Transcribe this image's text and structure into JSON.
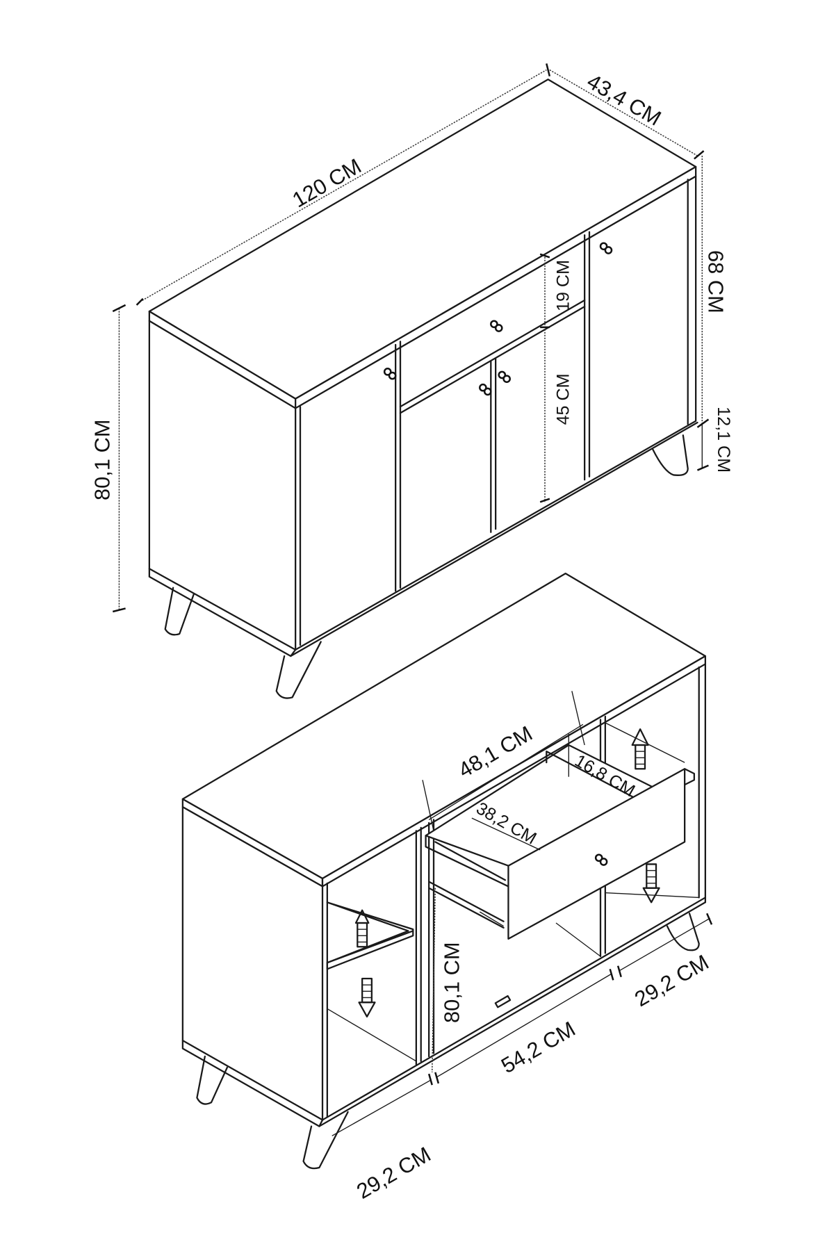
{
  "diagram": {
    "title": "Sideboard cabinet dimension drawing",
    "views": [
      {
        "name": "closed-view",
        "dimensions": {
          "width": "120 CM",
          "depth": "43,4 CM",
          "total_height": "80,1 CM",
          "body_height": "68 CM",
          "leg_height": "12,1 CM",
          "drawer_height": "19 CM",
          "door_height_under_drawer": "45 CM"
        }
      },
      {
        "name": "open-view",
        "dimensions": {
          "drawer_outer_width": "48,1 CM",
          "drawer_inner_width": "38,2 CM",
          "drawer_inner_depth": "16,8 CM",
          "inner_height": "80,1 CM",
          "left_compartment_width": "29,2 CM",
          "center_compartment_width": "54,2 CM",
          "right_compartment_width": "29,2 CM"
        }
      }
    ]
  }
}
